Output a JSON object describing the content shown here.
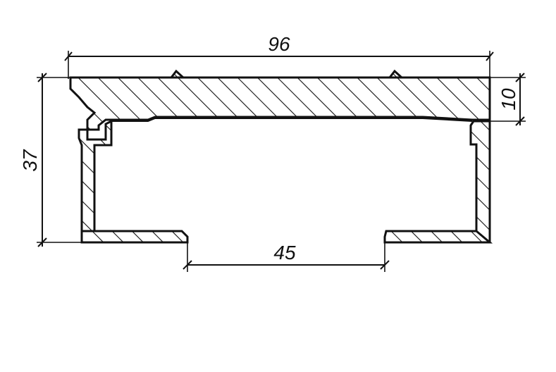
{
  "dimensions": {
    "overall_width": "96",
    "top_thickness": "10",
    "overall_height": "37",
    "bottom_opening": "45"
  }
}
